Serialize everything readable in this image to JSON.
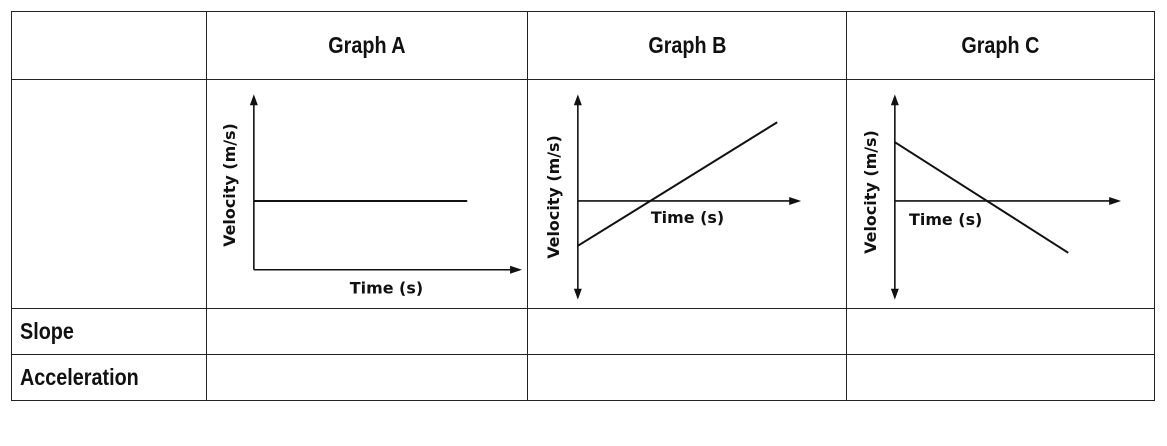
{
  "table": {
    "headers": [
      "",
      "Graph A",
      "Graph B",
      "Graph C"
    ],
    "rows": [
      {
        "label": "Slope"
      },
      {
        "label": "Acceleration"
      }
    ]
  },
  "graphs": [
    {
      "name": "Graph A",
      "ylabel": "Velocity (m/s)",
      "xlabel": "Time (s)",
      "line": "horizontal"
    },
    {
      "name": "Graph B",
      "ylabel": "Velocity (m/s)",
      "xlabel": "Time (s)",
      "line": "increasing"
    },
    {
      "name": "Graph C",
      "ylabel": "Velocity (m/s)",
      "xlabel": "Time (s)",
      "line": "decreasing"
    }
  ]
}
